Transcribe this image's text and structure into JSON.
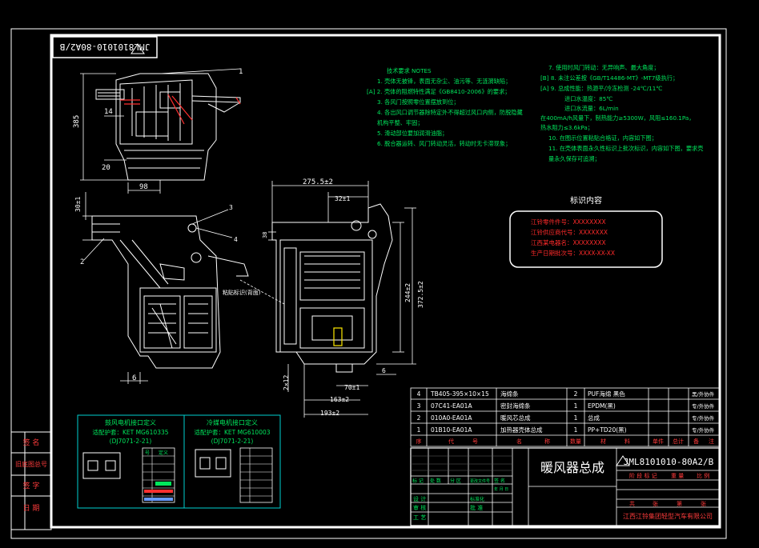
{
  "drawing": {
    "title_block": {
      "drawing_number": "JML8101010-80A2/B",
      "rotated_number": "JML8101010-80A2/B",
      "part_name": "暖风器总成",
      "company": "江西江铃集团轻型汽车有限公司",
      "sub_labels": [
        "标 记",
        "处 数",
        "分 区",
        "更改文件号",
        "签 名",
        "年 月 日"
      ],
      "stage_labels": [
        "阶 段 标 记",
        "重 量",
        "比 例"
      ],
      "sheet_labels": [
        "共",
        "张",
        "第",
        "张"
      ],
      "role_labels": [
        "设 计",
        "审 核",
        "工 艺",
        "标准化",
        "批 准"
      ]
    },
    "left_strip_labels": [
      "签 名",
      "旧底图总号",
      "签 字",
      "日 期"
    ],
    "notes": {
      "heading": "技术要求 NOTES",
      "left_column": [
        "1. 壳体无披锋，表面无杂尘、油污等、无涟漪缺陷；",
        "[A] 2. 壳体的阻燃特性满足《GB8410-2006》的要求；",
        "3. 各风门按照零位置摆放到位；",
        "4. 各出风口调节器除特定外不得超过风口内侧，防脱隐藏",
        "   机构平整、牢固；",
        "5. 滑动部位要加润滑油脂；",
        "6. 脱合器运转、风门转动灵活，转动时无卡滞现象；"
      ],
      "right_column": [
        "7. 使用时风门转动：无异响声、最大角度；",
        "[B] 8. 未注公差按《GB/T14486-MT》-MT7级执行；",
        "[A] 9. 总成性能：热源平/冷冻检测 -24℃/11℃",
        "      进口水温度：85℃",
        "      进口水流量：6L/min",
        "在400mA/h风量下，制热能力≥5300W，风阻≤160.1Pa，",
        "   热水阻力≤3.6kPa；",
        "10. 在图示位置粘贴合格证，内容如下图；",
        "11. 在壳体表面永久性标识上批次标识，内容如下图，要求壳",
        "   量永久保存可追溯；"
      ]
    },
    "label_box": {
      "title": "标识内容",
      "lines": [
        "江铃零件件号：XXXXXXXX",
        "江铃供应商代号：XXXXXXX",
        "江西某电器名：XXXXXXXX",
        "生产日期批次号：XXXX-XX-XX"
      ]
    },
    "connector_left": {
      "title": "鼓风电机接口定义",
      "spec": "适配护套：KET MG610335",
      "std": "(DJ7071-2-21)",
      "pin_header": [
        "号",
        "定义"
      ]
    },
    "connector_right": {
      "title": "冷媒电机接口定义",
      "spec": "适配护套：KET MG610003",
      "std": "(DJ7071-2-21)"
    },
    "bom": [
      {
        "no": "4",
        "code": "TB405-395×10×15",
        "name": "海绵条",
        "qty": "2",
        "material": "PUF海绵 黑色",
        "remark": "黑/外协件"
      },
      {
        "no": "3",
        "code": "07C41-EA01A",
        "name": "密封海绵条",
        "qty": "1",
        "material": "EPDM(黑)",
        "remark": "专/外协件"
      },
      {
        "no": "2",
        "code": "010A0-EA01A",
        "name": "暖风芯总成",
        "qty": "1",
        "material": "总成",
        "remark": "专/外协件"
      },
      {
        "no": "1",
        "code": "01B10-EA01A",
        "name": "加热器壳体总成",
        "qty": "1",
        "material": "PP+TD20(黑)",
        "remark": "专/外协件"
      }
    ],
    "bom_header": [
      "序",
      "代",
      "号",
      "名",
      "称",
      "数量",
      "材",
      "料",
      "单件",
      "总计",
      "备",
      "注"
    ],
    "dimensions": {
      "d385": "385",
      "d14": "14",
      "d20": "20",
      "d98": "98",
      "d30": "30±1",
      "d6a": "6",
      "d2755": "275.5±2",
      "d32": "32±1",
      "d244": "244±2",
      "d3725": "372.5±2",
      "d6b": "6",
      "d70": "70±1",
      "d163": "163±2",
      "d193": "193±2",
      "d2x12": "2×12",
      "d38": "38"
    },
    "balloons": [
      "1",
      "2",
      "3",
      "4"
    ],
    "callout_label": "粘贴标识(背面)"
  }
}
